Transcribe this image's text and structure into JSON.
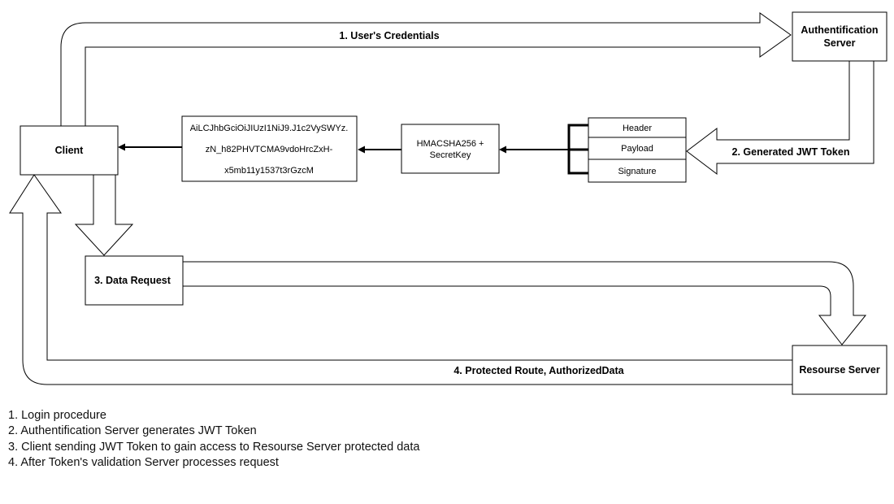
{
  "nodes": {
    "client": "Client",
    "auth_server_line1": "Authentification",
    "auth_server_line2": "Server",
    "data_request": "3. Data Request",
    "resource_server": "Resourse Server",
    "token_line1": "AiLCJhbGciOiJIUzI1NiJ9.J1c2VySWYz.",
    "token_line2": "zN_h82PHVTCMA9vdoHrcZxH-",
    "token_line3": "x5mb11y1537t3rGzcM",
    "hmac_line1": "HMACSHA256 +",
    "hmac_line2": "SecretKey",
    "jwt_header": "Header",
    "jwt_payload": "Payload",
    "jwt_signature": "Signature"
  },
  "arrows": {
    "credentials": "1. User's Credentials",
    "generated_token": "2. Generated JWT Token",
    "protected_route": "4. Protected Route, AuthorizedData"
  },
  "notes": [
    "1. Login procedure",
    "2. Authentification Server generates JWT Token",
    "3. Client sending JWT Token to gain access to Resourse Server protected data",
    "4. After Token's validation Server processes request"
  ]
}
